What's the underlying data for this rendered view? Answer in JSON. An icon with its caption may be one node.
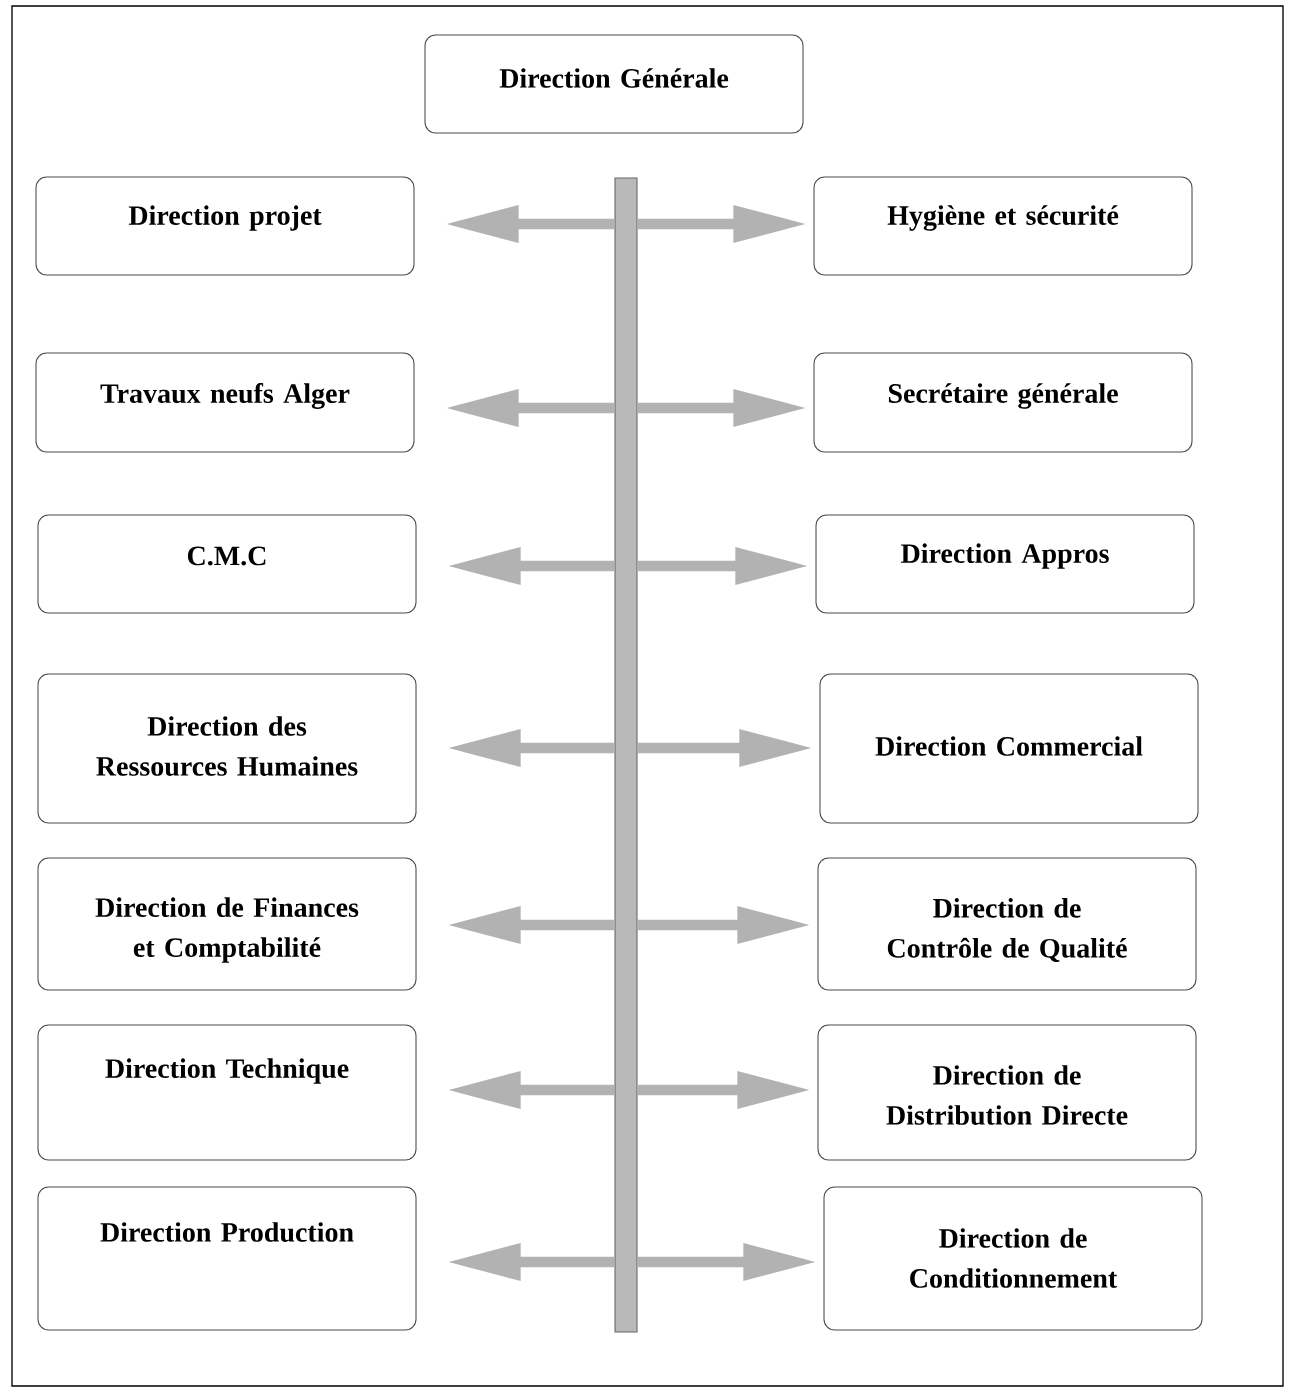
{
  "diagram": {
    "nodes": [
      {
        "text": [
          "Direction Générale"
        ]
      },
      {
        "text": [],
        "shape": "bar"
      },
      {
        "text": [
          "Direction projet"
        ]
      },
      {
        "text": [
          "Hygiène et sécurité"
        ]
      },
      {
        "text": [
          "Travaux neufs Alger"
        ]
      },
      {
        "text": [
          "Secrétaire générale"
        ]
      },
      {
        "text": [
          "C.M.C"
        ]
      },
      {
        "text": [
          "Direction Appros"
        ]
      },
      {
        "text": [
          "Direction des Ressources Humaines"
        ]
      },
      {
        "text": [
          "Direction Commercial"
        ]
      },
      {
        "text": [
          "Direction de Finances et Comptabilité"
        ]
      },
      {
        "text": [
          "Direction de Contrôle de Qualité"
        ]
      },
      {
        "text": [
          "Direction Technique"
        ]
      },
      {
        "text": [
          "Direction de Distribution Directe"
        ]
      },
      {
        "text": [
          "Direction Production"
        ]
      },
      {
        "text": [
          "Direction de Conditionnement"
        ]
      }
    ],
    "edges": [
      {
        "from": 1,
        "to": 2,
        "arrow": "to"
      },
      {
        "from": 1,
        "to": 3,
        "arrow": "to"
      },
      {
        "from": 1,
        "to": 4,
        "arrow": "to"
      },
      {
        "from": 1,
        "to": 5,
        "arrow": "to"
      },
      {
        "from": 1,
        "to": 6,
        "arrow": "to"
      },
      {
        "from": 1,
        "to": 7,
        "arrow": "to"
      },
      {
        "from": 1,
        "to": 8,
        "arrow": "to"
      },
      {
        "from": 1,
        "to": 9,
        "arrow": "to"
      },
      {
        "from": 1,
        "to": 10,
        "arrow": "to"
      },
      {
        "from": 1,
        "to": 11,
        "arrow": "to"
      },
      {
        "from": 1,
        "to": 12,
        "arrow": "to"
      },
      {
        "from": 1,
        "to": 13,
        "arrow": "to"
      },
      {
        "from": 1,
        "to": 14,
        "arrow": "to"
      },
      {
        "from": 1,
        "to": 15,
        "arrow": "to"
      }
    ]
  }
}
